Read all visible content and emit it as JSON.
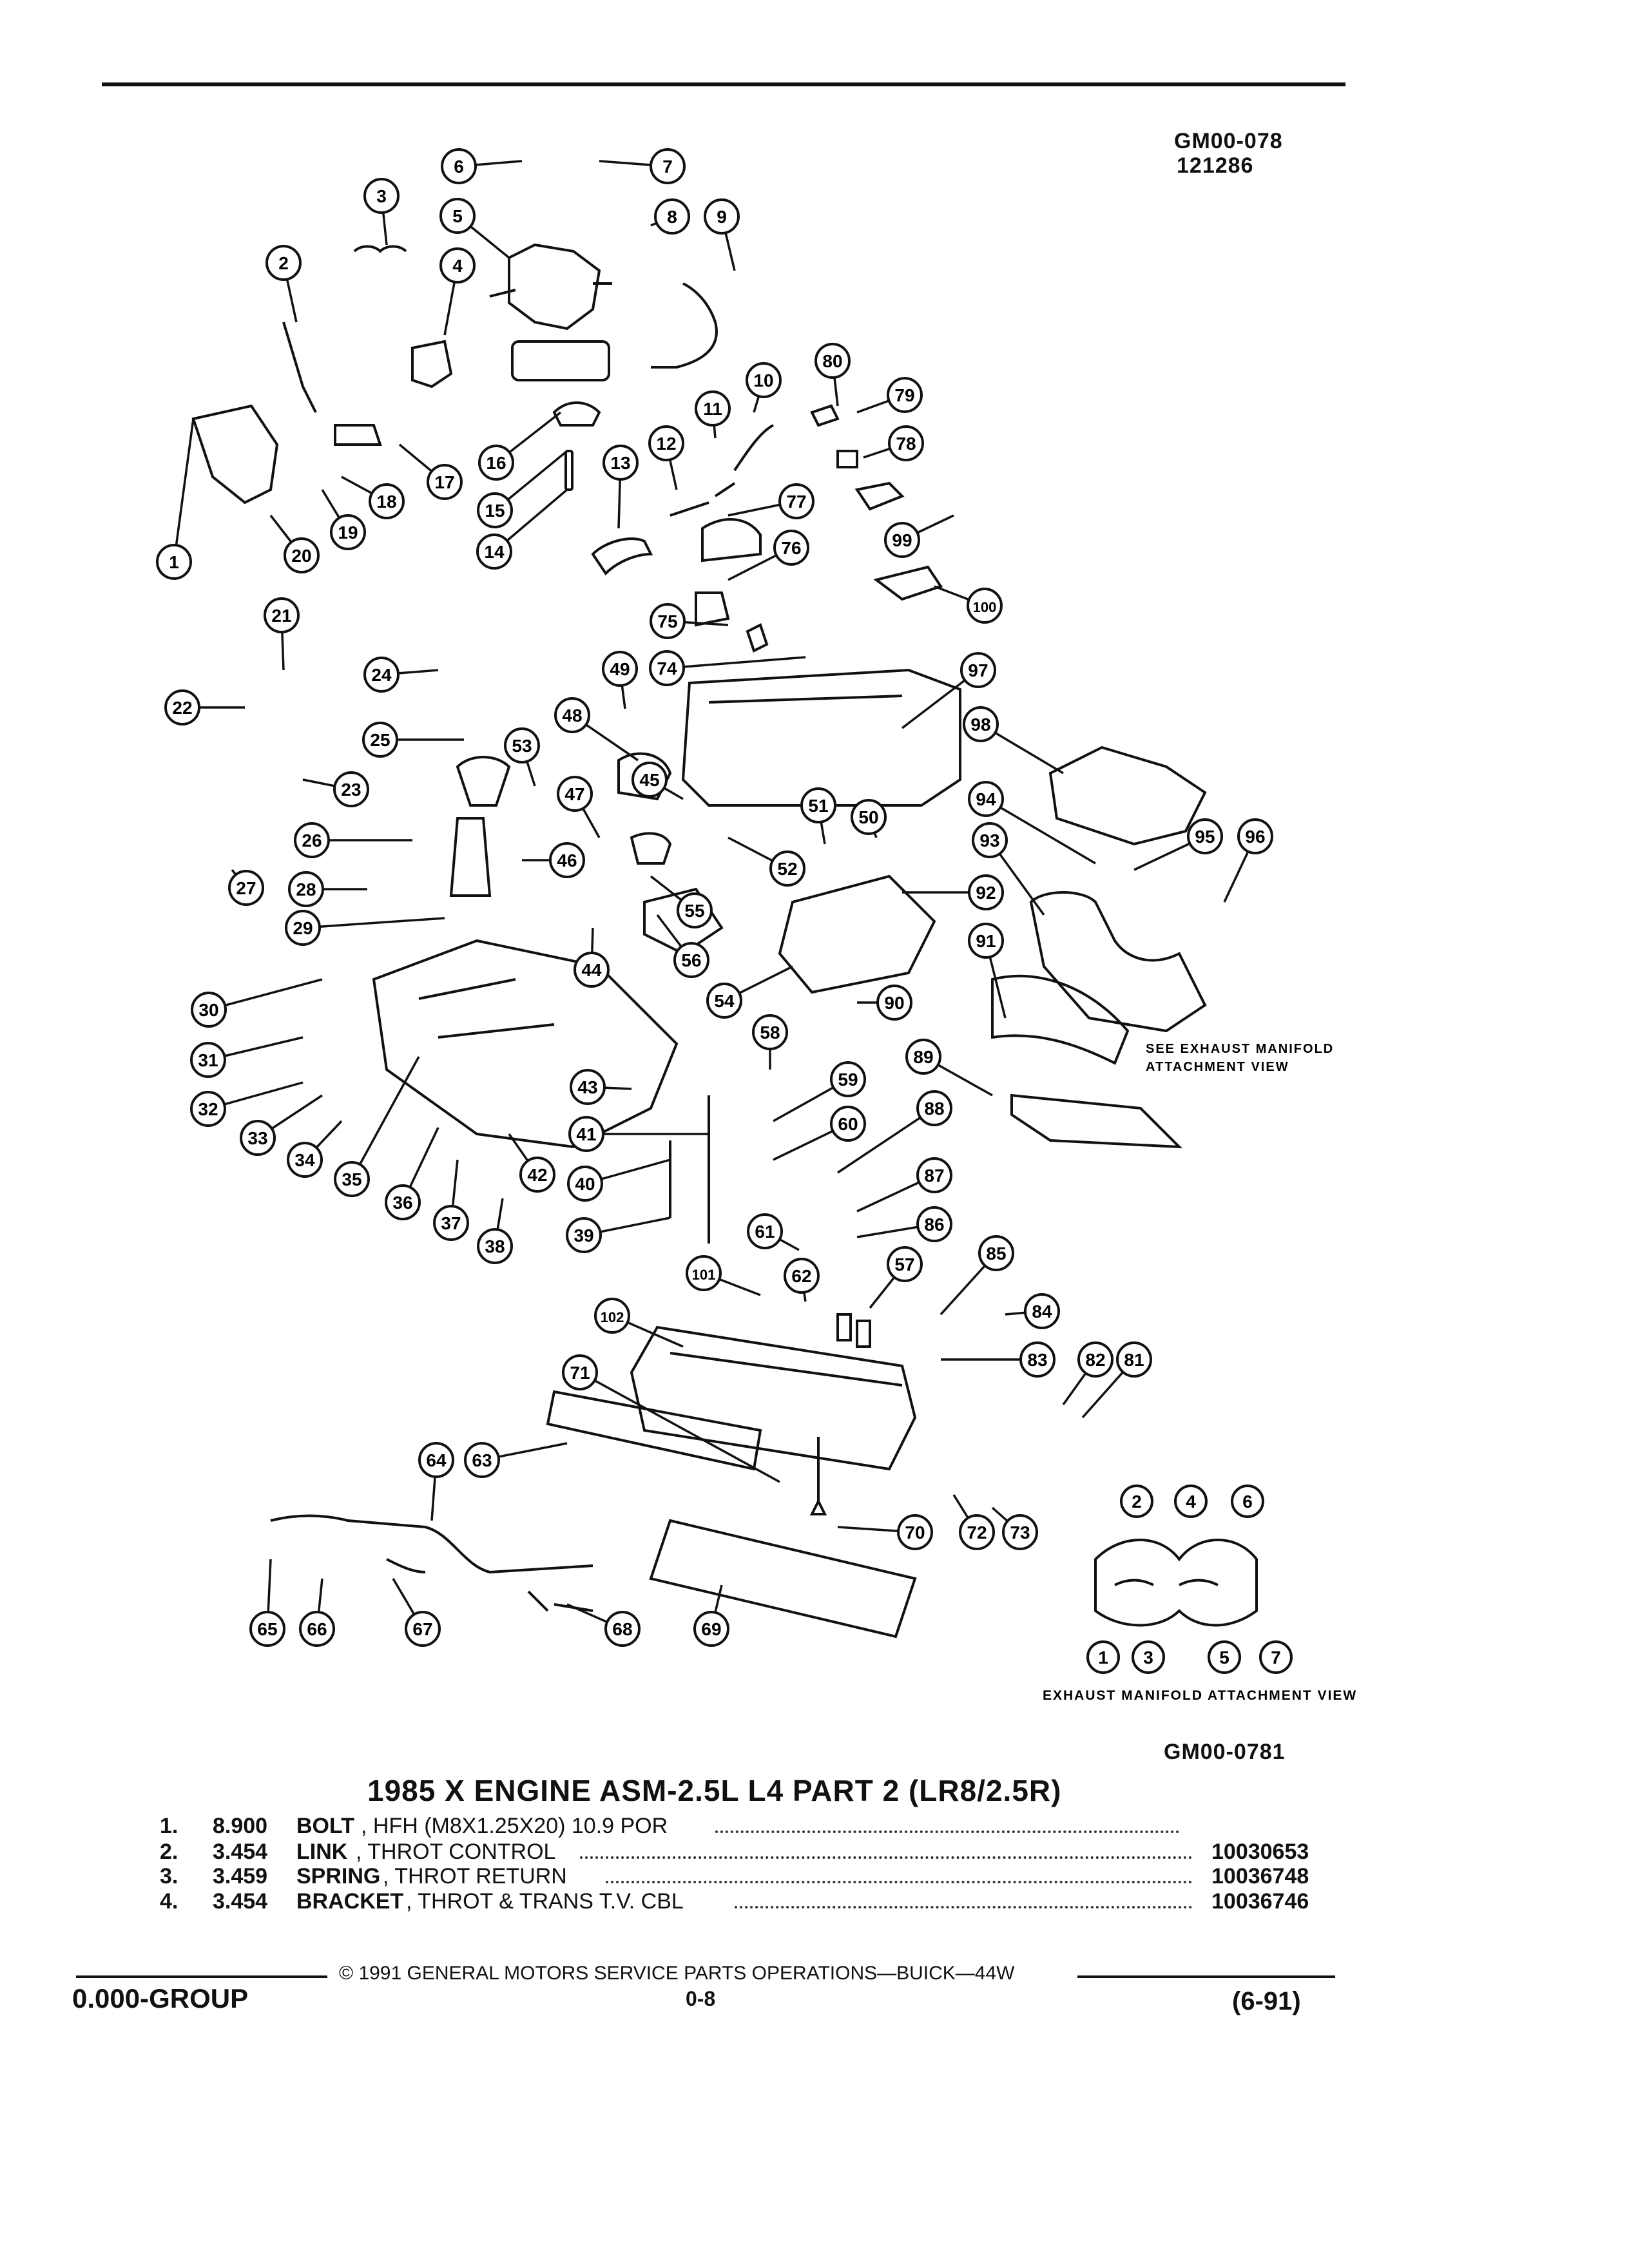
{
  "header": {
    "figure_code": "GM00-078",
    "figure_date": "121286"
  },
  "diagram": {
    "callouts": [
      "1",
      "2",
      "3",
      "4",
      "5",
      "6",
      "7",
      "8",
      "9",
      "10",
      "11",
      "12",
      "13",
      "14",
      "15",
      "16",
      "17",
      "18",
      "19",
      "20",
      "21",
      "22",
      "23",
      "24",
      "25",
      "26",
      "27",
      "28",
      "29",
      "30",
      "31",
      "32",
      "33",
      "34",
      "35",
      "36",
      "37",
      "38",
      "39",
      "40",
      "41",
      "42",
      "43",
      "44",
      "45",
      "46",
      "47",
      "48",
      "49",
      "50",
      "51",
      "52",
      "53",
      "54",
      "55",
      "56",
      "57",
      "58",
      "59",
      "60",
      "61",
      "62",
      "63",
      "64",
      "65",
      "66",
      "67",
      "68",
      "69",
      "70",
      "71",
      "72",
      "73",
      "74",
      "75",
      "76",
      "77",
      "78",
      "79",
      "80",
      "81",
      "82",
      "83",
      "84",
      "85",
      "86",
      "87",
      "88",
      "89",
      "90",
      "91",
      "92",
      "93",
      "94",
      "95",
      "96",
      "97",
      "98",
      "99",
      "100",
      "101",
      "102"
    ],
    "exhaust_note_line1": "SEE EXHAUST MANIFOLD",
    "exhaust_note_line2": "ATTACHMENT VIEW",
    "exhaust_view_caption": "EXHAUST MANIFOLD ATTACHMENT VIEW",
    "exhaust_view_callouts": [
      "1",
      "2",
      "3",
      "4",
      "5",
      "6",
      "7"
    ],
    "figure_code_bottom": "GM00-0781"
  },
  "parts_list": {
    "title": "1985 X ENGINE ASM-2.5L L4 PART 2 (LR8/2.5R)",
    "items": [
      {
        "num": "1.",
        "code": "8.900",
        "name": "BOLT",
        "desc": ", HFH (M8X1.25X20) 10.9 POR",
        "part_no": ""
      },
      {
        "num": "2.",
        "code": "3.454",
        "name": "LINK",
        "desc": ", THROT CONTROL",
        "part_no": "10030653"
      },
      {
        "num": "3.",
        "code": "3.459",
        "name": "SPRING",
        "desc": ", THROT RETURN",
        "part_no": "10036748"
      },
      {
        "num": "4.",
        "code": "3.454",
        "name": "BRACKET",
        "desc": ", THROT & TRANS T.V. CBL",
        "part_no": "10036746"
      }
    ]
  },
  "footer": {
    "group": "0.000-GROUP",
    "copyright": "© 1991 GENERAL MOTORS SERVICE PARTS OPERATIONS—BUICK—44W",
    "page": "0-8",
    "revision": "(6-91)"
  }
}
